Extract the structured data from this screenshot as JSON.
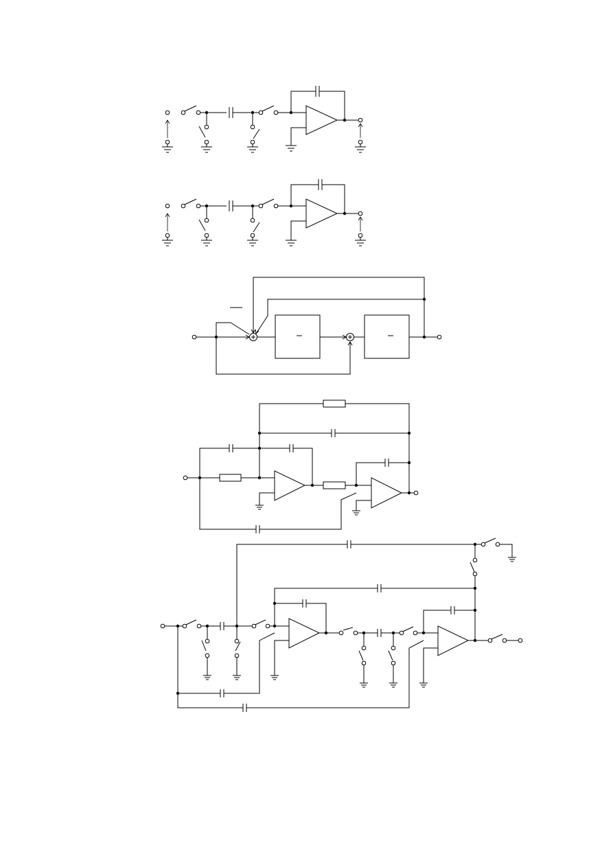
{
  "document": {
    "figures": [
      {
        "id": "sc-integrator-a"
      },
      {
        "id": "sc-integrator-b"
      },
      {
        "id": "biquad-block-diagram"
      },
      {
        "id": "active-rc-biquad"
      },
      {
        "id": "switched-capacitor-biquad"
      }
    ],
    "colors": {
      "ink": "#000000",
      "paper": "#ffffff"
    }
  }
}
